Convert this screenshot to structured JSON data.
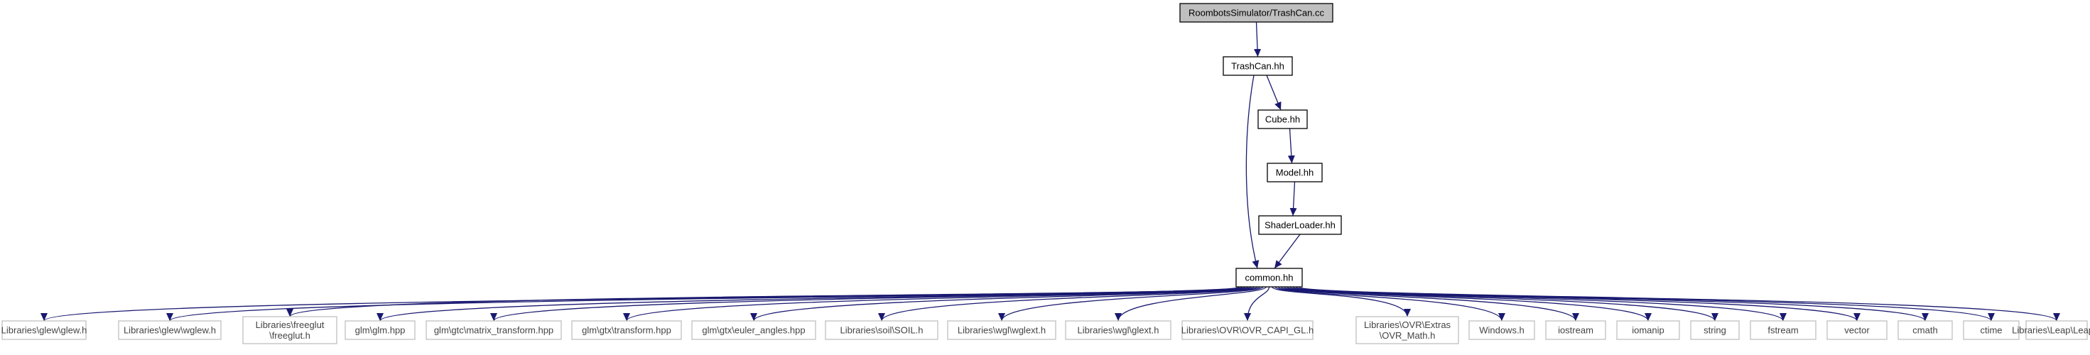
{
  "root": "RoombotsSimulator/TrashCan.cc",
  "chain": [
    "TrashCan.hh",
    "Cube.hh",
    "Model.hh",
    "ShaderLoader.hh",
    "common.hh"
  ],
  "includes": [
    [
      "Libraries\\glew\\glew.h"
    ],
    [
      "Libraries\\glew\\wglew.h"
    ],
    [
      "Libraries\\freeglut",
      "\\freeglut.h"
    ],
    [
      "glm\\glm.hpp"
    ],
    [
      "glm\\gtc\\matrix_transform.hpp"
    ],
    [
      "glm\\gtx\\transform.hpp"
    ],
    [
      "glm\\gtx\\euler_angles.hpp"
    ],
    [
      "Libraries\\soil\\SOIL.h"
    ],
    [
      "Libraries\\wgl\\wglext.h"
    ],
    [
      "Libraries\\wgl\\glext.h"
    ],
    [
      "Libraries\\OVR\\OVR_CAPI_GL.h"
    ],
    [
      "Libraries\\OVR\\Extras",
      "\\OVR_Math.h"
    ],
    [
      "Windows.h"
    ],
    [
      "iostream"
    ],
    [
      "iomanip"
    ],
    [
      "string"
    ],
    [
      "fstream"
    ],
    [
      "vector"
    ],
    [
      "cmath"
    ],
    [
      "ctime"
    ],
    [
      "Libraries\\Leap\\Leap.h"
    ]
  ],
  "colors": {
    "edge": "#191970",
    "node_border": "#000000",
    "leaf_border": "#bfbfbf",
    "root_fill": "#bfbfbf"
  }
}
